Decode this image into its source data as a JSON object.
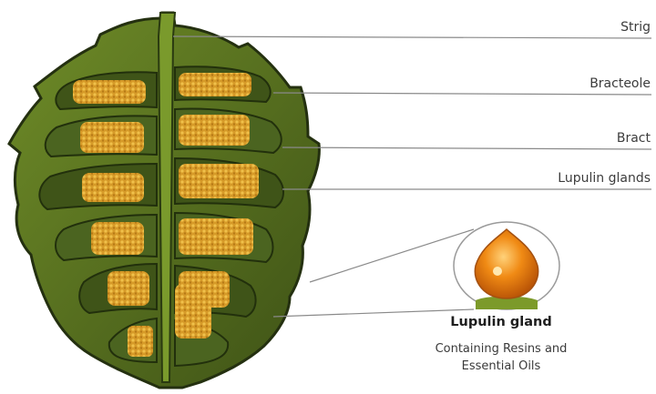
{
  "labels": {
    "strig": "Strig",
    "bracteole": "Bracteole",
    "bract": "Bract",
    "lupulin_glands": "Lupulin glands"
  },
  "gland_callout": {
    "title": "Lupulin gland",
    "description_line1": "Containing Resins and",
    "description_line2": "Essential Oils"
  },
  "colors": {
    "leaf_dark": "#2f3d14",
    "leaf_mid": "#5c7a1f",
    "leaf_light": "#8fa73a",
    "lupulin": "#d9a02a",
    "lupulin_dark": "#b07818",
    "gland_orange": "#e07a10",
    "leader_line": "#8a8a8a"
  }
}
